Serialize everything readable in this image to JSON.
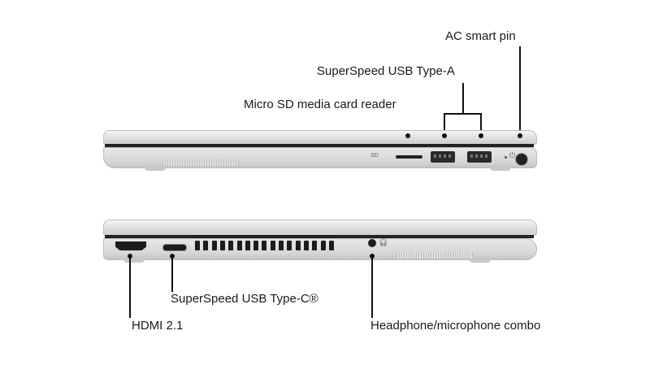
{
  "callouts": {
    "ac_smart_pin": "AC smart pin",
    "usb_type_a": "SuperSpeed USB Type-A",
    "micro_sd": "Micro SD media card reader",
    "usb_type_c": "SuperSpeed USB Type-C®",
    "hdmi": "HDMI 2.1",
    "headphone": "Headphone/microphone combo"
  },
  "port_markings": {
    "sd": "SD"
  }
}
